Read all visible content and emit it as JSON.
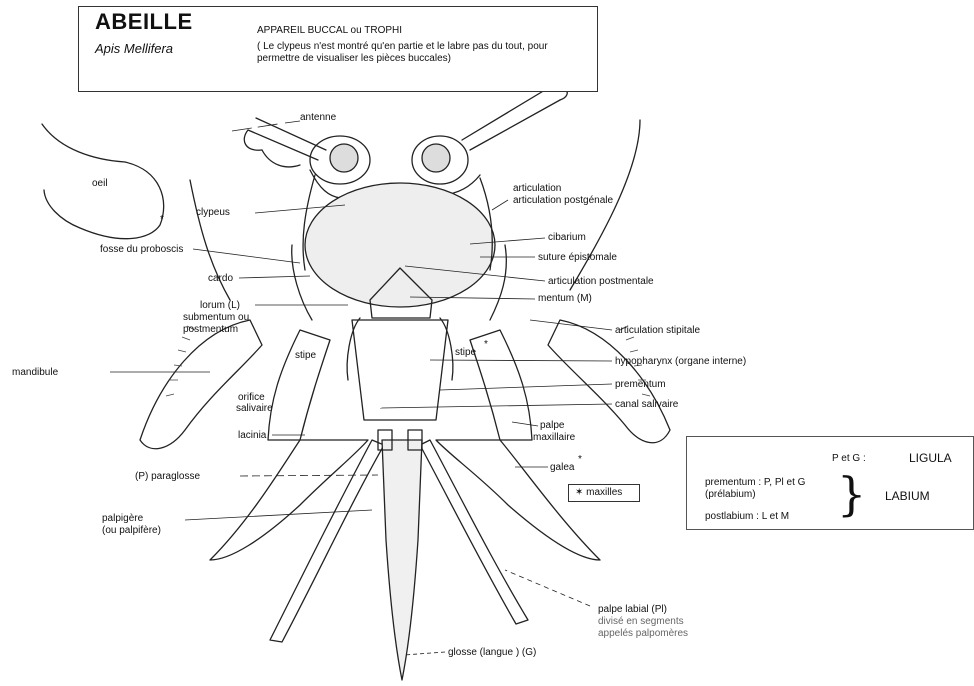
{
  "header": {
    "title": "ABEILLE",
    "subtitle": "Apis Mellifera",
    "heading": "APPAREIL BUCCAL ou TROPHI",
    "note": "( Le clypeus n'est montré qu'en partie et le labre pas du tout, pour permettre de visualiser les pièces buccales)"
  },
  "labels": {
    "antenne": "antenne",
    "oeil": "oeil",
    "clypeus": "clypeus",
    "articulation_postgenale": "articulation postgénale",
    "cibarium": "cibarium",
    "fosse": "fosse du proboscis",
    "suture": "suture épistomale",
    "cardo": "cardo",
    "art_postmentale": "articulation postmentale",
    "lorum": "lorum  (L)",
    "submentum_1": "submentum ou",
    "submentum_2": "postmentum",
    "mentum": "mentum  (M)",
    "art_stipitale": "articulation  stipitale",
    "stipe_left": "stipe",
    "stipe_right": "stipe",
    "mandibule": "mandibule",
    "hypopharynx": "hypopharynx  (organe interne)",
    "prementum": "prementum",
    "orifice_1": "orifice",
    "orifice_2": "salivaire",
    "canal": "canal salivaire",
    "palpe_max_1": "palpe",
    "palpe_max_2": "maxillaire",
    "lacinia": "lacinia",
    "galea": "galea",
    "paraglosse": "(P) paraglosse",
    "palpigere_1": "palpigère",
    "palpigere_2": "(ou palpifère)",
    "palpe_labial": "palpe labial  (Pl)",
    "divise_1": "divisé en segments",
    "divise_2": "appelés palpomères",
    "glosse": "glosse  (langue )  (G)",
    "star": "*"
  },
  "maxilles_note": "✶ maxilles",
  "legend": {
    "pg": "P et G :",
    "ligula": "LIGULA",
    "prementum_line": "prementum :  P, Pl et G",
    "prelabium": "(prélabium)",
    "postlabium": "postlabium :  L et M",
    "labium": "LABIUM"
  }
}
